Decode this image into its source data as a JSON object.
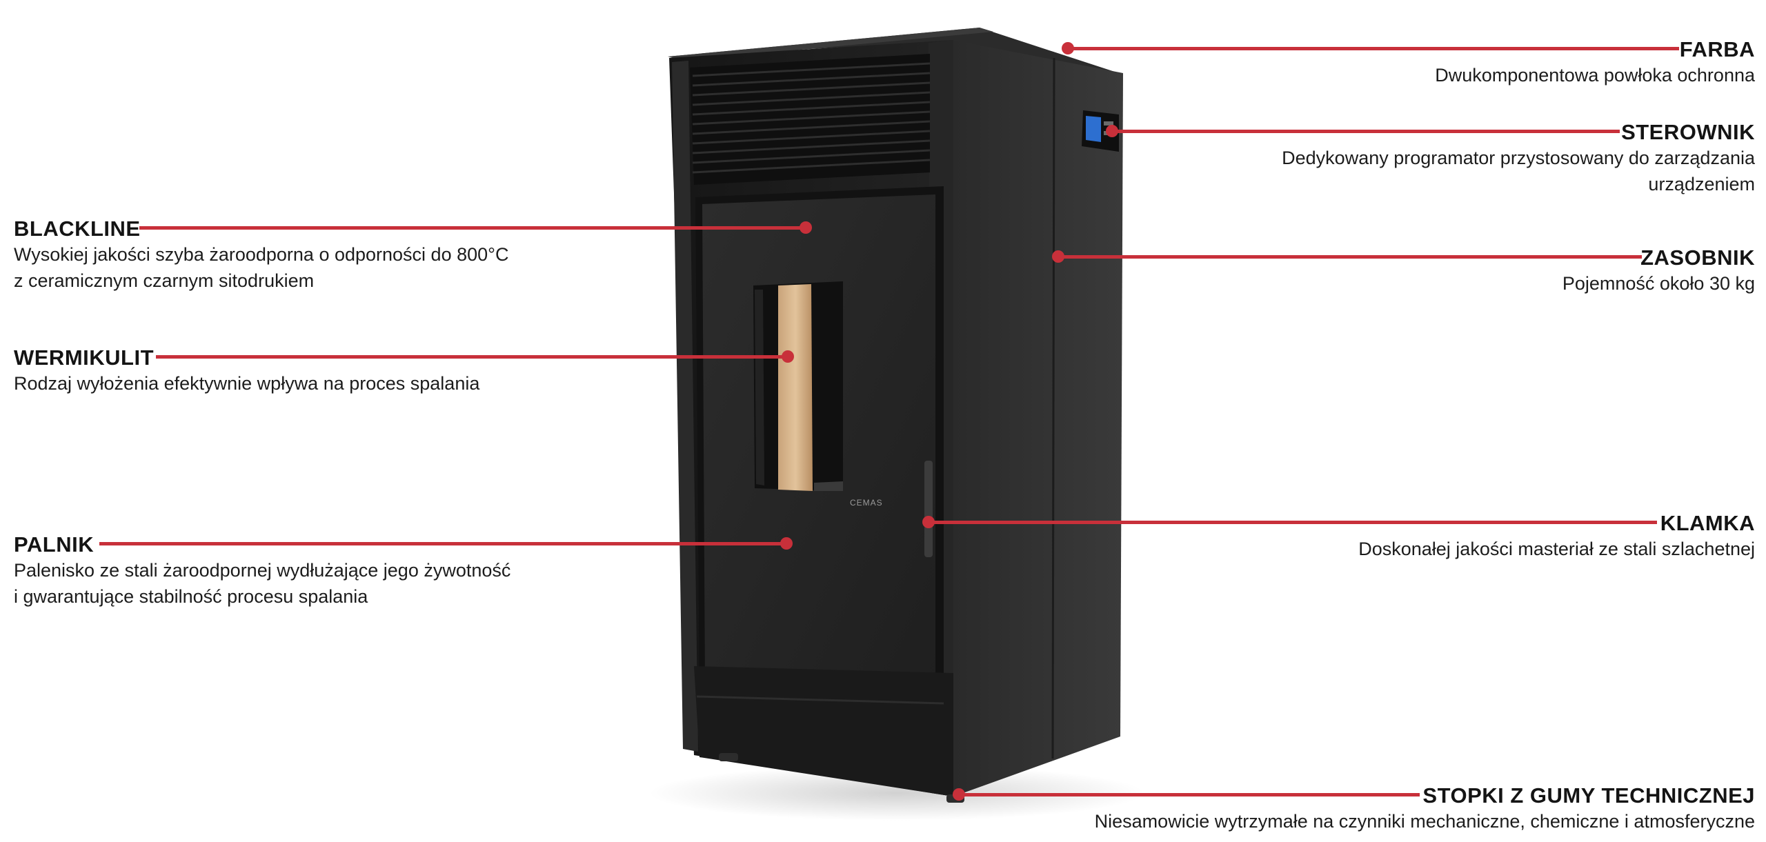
{
  "colors": {
    "accent": "#c8303a",
    "stove_body": "#1e1e1e",
    "text": "#1a1a1a"
  },
  "stove": {
    "brand_badge": "CEMAS"
  },
  "callouts": {
    "farba": {
      "title": "FARBA",
      "desc": [
        "Dwukomponentowa powłoka ochronna"
      ]
    },
    "sterownik": {
      "title": "STEROWNIK",
      "desc": [
        "Dedykowany programator przystosowany do zarządzania",
        "urządzeniem"
      ]
    },
    "zasobnik": {
      "title": "ZASOBNIK",
      "desc": [
        "Pojemność około 30 kg"
      ]
    },
    "klamka": {
      "title": "KLAMKA",
      "desc": [
        "Doskonałej jakości masteriał ze stali szlachetnej"
      ]
    },
    "stopki": {
      "title": "STOPKI Z GUMY TECHNICZNEJ",
      "desc": [
        "Niesamowicie wytrzymałe na czynniki mechaniczne, chemiczne i atmosferyczne"
      ]
    },
    "blackline": {
      "title": "BLACKLINE",
      "desc": [
        "Wysokiej jakości szyba żaroodporna o odporności do 800°C",
        "z ceramicznym czarnym sitodrukiem"
      ]
    },
    "wermikulit": {
      "title": "WERMIKULIT",
      "desc": [
        "Rodzaj wyłożenia efektywnie wpływa na proces spalania"
      ]
    },
    "palnik": {
      "title": "PALNIK",
      "desc": [
        "Palenisko ze stali żaroodpornej wydłużające jego żywotność",
        "i gwarantujące stabilność procesu spalania"
      ]
    }
  }
}
